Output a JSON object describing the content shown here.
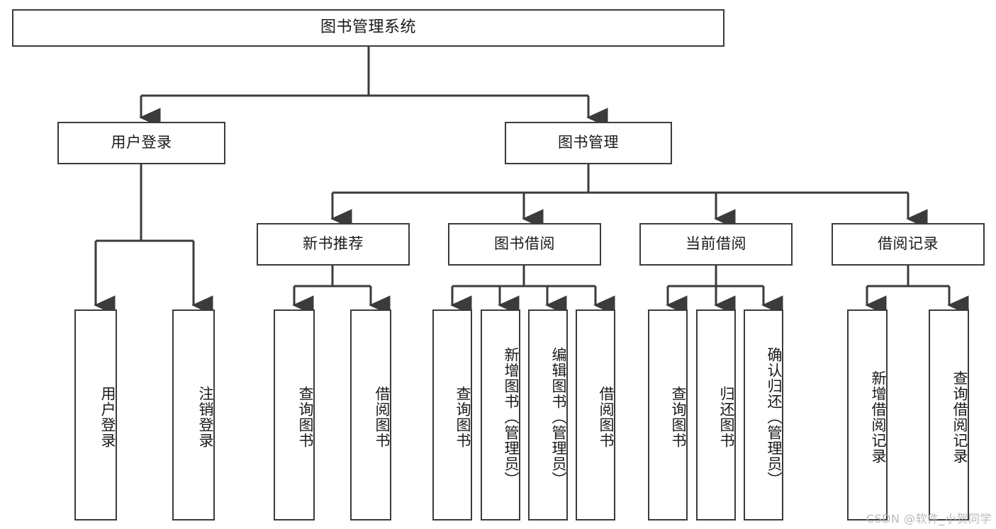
{
  "diagram": {
    "type": "tree-hierarchy",
    "title": "图书管理系统",
    "watermark": "CSDN @软件_小贺同学",
    "colors": {
      "stroke": "#3b3b3b",
      "fill": "#ffffff",
      "text": "#1a1a1a",
      "watermark": "#b9b9b9"
    },
    "nodes": {
      "root": {
        "label": "图书管理系统"
      },
      "level2": [
        {
          "label": "用户登录"
        },
        {
          "label": "图书管理"
        }
      ],
      "level3": [
        {
          "label": "新书推荐"
        },
        {
          "label": "图书借阅"
        },
        {
          "label": "当前借阅"
        },
        {
          "label": "借阅记录"
        }
      ],
      "leaves_user_login": [
        {
          "label": "用户登录"
        },
        {
          "label": "注销登录"
        }
      ],
      "leaves_new_book": [
        {
          "label": "查询图书"
        },
        {
          "label": "借阅图书"
        }
      ],
      "leaves_borrow": [
        {
          "label": "查询图书"
        },
        {
          "label": "新增图书（管理员）"
        },
        {
          "label": "编辑图书（管理员）"
        },
        {
          "label": "借阅图书"
        }
      ],
      "leaves_current": [
        {
          "label": "查询图书"
        },
        {
          "label": "归还图书"
        },
        {
          "label": "确认归还（管理员）"
        }
      ],
      "leaves_records": [
        {
          "label": "新增借阅记录"
        },
        {
          "label": "查询借阅记录"
        }
      ]
    }
  }
}
